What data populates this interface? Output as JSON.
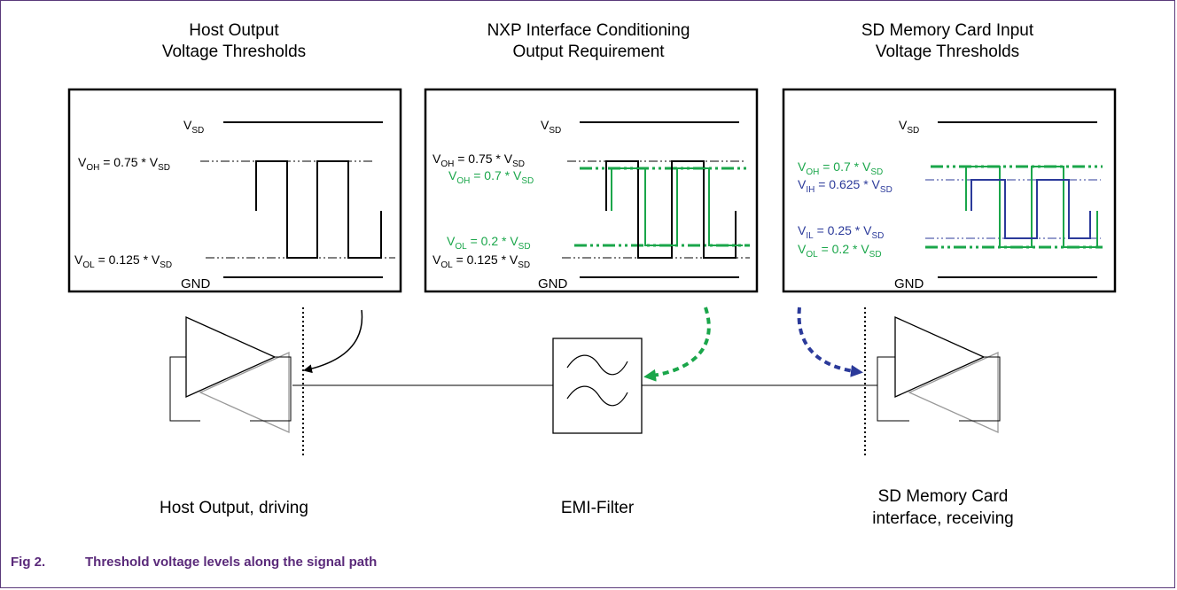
{
  "colors": {
    "green": "#1aa64a",
    "blue": "#2b3a9a",
    "black": "#000000",
    "caption": "#5a2a7a"
  },
  "panels": [
    {
      "title_line1": "Host Output",
      "title_line2": "Voltage Thresholds",
      "vsd": {
        "main": "V",
        "sub": "SD"
      },
      "upper_label": {
        "main": "V",
        "sub": "OH",
        "rest": " = 0.75 * V",
        "sub2": "SD"
      },
      "lower_label": {
        "main": "V",
        "sub": "OL",
        "rest": " = 0.125 * V",
        "sub2": "SD"
      },
      "gnd": "GND"
    },
    {
      "title_line1": "NXP Interface Conditioning",
      "title_line2": "Output Requirement",
      "vsd": {
        "main": "V",
        "sub": "SD"
      },
      "black_upper": {
        "main": "V",
        "sub": "OH",
        "rest": " = 0.75 * V",
        "sub2": "SD"
      },
      "green_upper": {
        "main": "V",
        "sub": "OH",
        "rest": " = 0.7 * V",
        "sub2": "SD"
      },
      "green_lower": {
        "main": "V",
        "sub": "OL",
        "rest": " = 0.2 * V",
        "sub2": "SD"
      },
      "black_lower": {
        "main": "V",
        "sub": "OL",
        "rest": " = 0.125 * V",
        "sub2": "SD"
      },
      "gnd": "GND"
    },
    {
      "title_line1": "SD Memory Card Input",
      "title_line2": "Voltage Thresholds",
      "vsd": {
        "main": "V",
        "sub": "SD"
      },
      "green_upper": {
        "main": "V",
        "sub": "OH",
        "rest": " = 0.7 * V",
        "sub2": "SD"
      },
      "blue_upper": {
        "main": "V",
        "sub": "IH",
        "rest": " = 0.625 * V",
        "sub2": "SD"
      },
      "blue_lower": {
        "main": "V",
        "sub": "IL",
        "rest": " = 0.25 * V",
        "sub2": "SD"
      },
      "green_lower": {
        "main": "V",
        "sub": "OL",
        "rest": " = 0.2 * V",
        "sub2": "SD"
      },
      "gnd": "GND"
    }
  ],
  "components": {
    "host_label": "Host Output, driving",
    "filter_label": "EMI-Filter",
    "card_label_line1": "SD Memory Card",
    "card_label_line2": "interface, receiving"
  },
  "caption": {
    "number": "Fig 2.",
    "text": "Threshold voltage levels along the signal path"
  }
}
